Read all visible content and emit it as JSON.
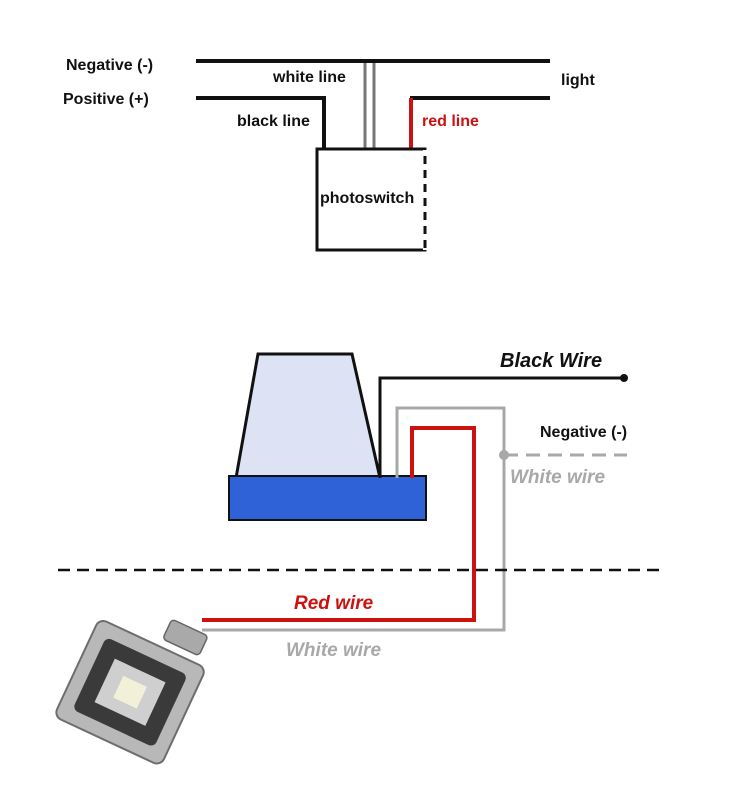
{
  "top_diagram": {
    "negative_label": "Negative (-)",
    "positive_label": "Positive (+)",
    "white_line_label": "white line",
    "light_label": "light",
    "black_line_label": "black line",
    "red_line_label": "red line",
    "photoswitch_label": "photoswitch"
  },
  "bottom_diagram": {
    "black_wire_label": "Black Wire",
    "negative_label": "Negative (-)",
    "white_wire_right_label": "White wire",
    "red_wire_label": "Red wire",
    "white_wire_bottom_label": "White wire"
  },
  "colors": {
    "red_wire": "#cc1111",
    "white_wire": "#a8a8a8",
    "black_wire": "#111111",
    "sensor_base": "#2f62d6",
    "sensor_dome": "#dde2f5"
  }
}
